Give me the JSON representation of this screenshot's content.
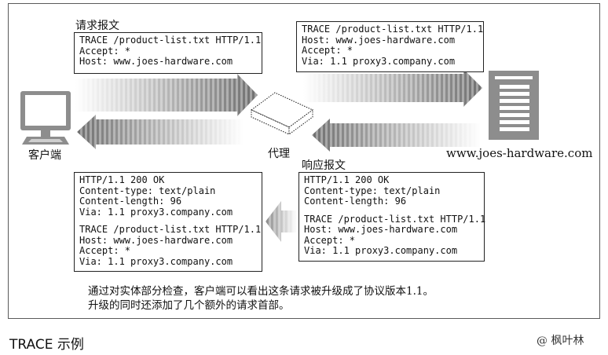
{
  "labels": {
    "request": "请求报文",
    "response": "响应报文",
    "client": "客户端",
    "proxy": "代理",
    "server_host": "www.joes-hardware.com"
  },
  "request_box_client": [
    "TRACE /product-list.txt HTTP/1.1",
    "Accept: *",
    "Host: www.joes-hardware.com"
  ],
  "request_box_server": [
    "TRACE /product-list.txt HTTP/1.1",
    "Host: www.joes-hardware.com",
    "Accept: *",
    "Via: 1.1 proxy3.company.com"
  ],
  "response_box_client": {
    "headers": [
      "HTTP/1.1 200 OK",
      "Content-type: text/plain",
      "Content-length: 96",
      "Via: 1.1 proxy3.company.com"
    ],
    "body": [
      "TRACE /product-list.txt HTTP/1.1",
      "Host: www.joes-hardware.com",
      "Accept: *",
      "Via: 1.1 proxy3.company.com"
    ]
  },
  "response_box_server": {
    "headers": [
      "HTTP/1.1 200 OK",
      "Content-type: text/plain",
      "Content-length: 96"
    ],
    "body": [
      "TRACE /product-list.txt HTTP/1.1",
      "Host: www.joes-hardware.com",
      "Accept: *",
      "Via: 1.1 proxy3.company.com"
    ]
  },
  "caption": {
    "line1": "通过对实体部分检查，客户端可以看出这条请求被升级成了协议版本1.1。",
    "line2": "升级的同时还添加了几个额外的请求首部。"
  },
  "figure_title": "TRACE 示例",
  "watermark": "@ 枫叶林"
}
